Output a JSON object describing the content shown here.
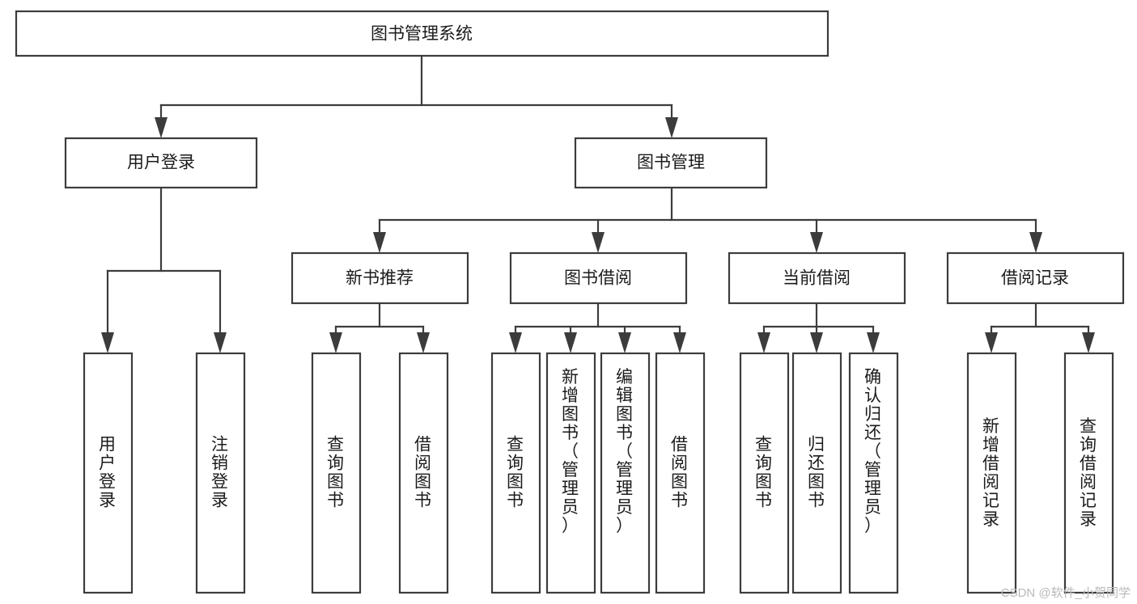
{
  "diagram": {
    "title": "图书管理系统",
    "type": "hierarchy-tree",
    "root": {
      "id": "root",
      "label": "图书管理系统"
    },
    "level2": [
      {
        "id": "user-login",
        "label": "用户登录"
      },
      {
        "id": "book-manage",
        "label": "图书管理"
      }
    ],
    "level3": [
      {
        "id": "new-book-rec",
        "label": "新书推荐",
        "parent": "book-manage"
      },
      {
        "id": "book-borrow",
        "label": "图书借阅",
        "parent": "book-manage"
      },
      {
        "id": "current-borrow",
        "label": "当前借阅",
        "parent": "book-manage"
      },
      {
        "id": "borrow-record",
        "label": "借阅记录",
        "parent": "book-manage"
      }
    ],
    "leaves": [
      {
        "id": "leaf-user-login",
        "label": "用户登录",
        "parent": "user-login"
      },
      {
        "id": "leaf-logout-login",
        "label": "注销登录",
        "parent": "user-login"
      },
      {
        "id": "leaf-query-book-1",
        "label": "查询图书",
        "parent": "new-book-rec"
      },
      {
        "id": "leaf-borrow-book-1",
        "label": "借阅图书",
        "parent": "new-book-rec"
      },
      {
        "id": "leaf-query-book-2",
        "label": "查询图书",
        "parent": "book-borrow"
      },
      {
        "id": "leaf-add-book",
        "label": "新增图书（管理员）",
        "parent": "book-borrow"
      },
      {
        "id": "leaf-edit-book",
        "label": "编辑图书（管理员）",
        "parent": "book-borrow"
      },
      {
        "id": "leaf-borrow-book-2",
        "label": "借阅图书",
        "parent": "book-borrow"
      },
      {
        "id": "leaf-query-book-3",
        "label": "查询图书",
        "parent": "current-borrow"
      },
      {
        "id": "leaf-return-book",
        "label": "归还图书",
        "parent": "current-borrow"
      },
      {
        "id": "leaf-confirm-return",
        "label": "确认归还（管理员）",
        "parent": "current-borrow"
      },
      {
        "id": "leaf-add-record",
        "label": "新增借阅记录",
        "parent": "borrow-record"
      },
      {
        "id": "leaf-query-record",
        "label": "查询借阅记录",
        "parent": "borrow-record"
      }
    ],
    "colors": {
      "stroke": "#3c3c3c",
      "fill": "#ffffff",
      "text": "#1b1b1b",
      "watermark": "#b9b9b9"
    }
  },
  "watermark": {
    "text": "CSDN @软件_小贺同学"
  }
}
